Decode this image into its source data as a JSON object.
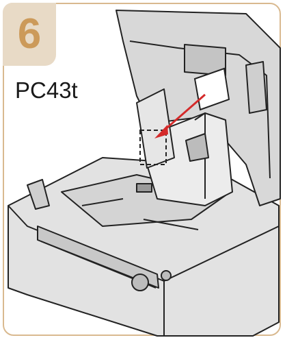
{
  "step": {
    "number": "6"
  },
  "model": {
    "label": "PC43t"
  },
  "colors": {
    "frame_border": "#d9b98f",
    "step_badge_bg": "#e8dac6",
    "step_number": "#cc9a5a",
    "arrow": "#d42a2a",
    "printer_body": "#dcdcdc",
    "printer_outline": "#222222"
  },
  "illustration": {
    "subject": "printer-open-lid-loading-label",
    "arrow_direction": "down-left"
  }
}
